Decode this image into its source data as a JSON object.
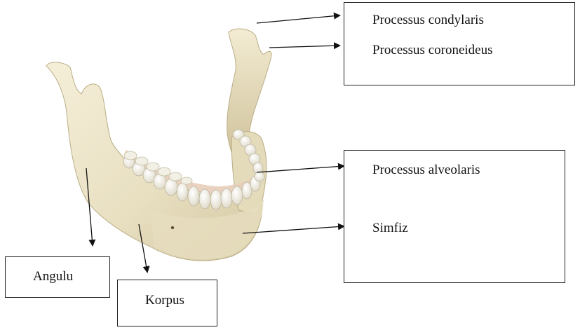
{
  "labels": {
    "condylaris": "Processus condylaris",
    "coroneideus": "Processus coroneideus",
    "alveolaris": "Processus alveolaris",
    "simfiz": "Simfiz",
    "angulu": "Angulu",
    "korpus": "Korpus"
  },
  "colors": {
    "bone": "#efe8cf",
    "bone_shade": "#d8cfae",
    "bone_dark": "#c3b88f",
    "tooth": "#f7f5ee",
    "gum": "#e6c9b6",
    "line": "#111111"
  }
}
